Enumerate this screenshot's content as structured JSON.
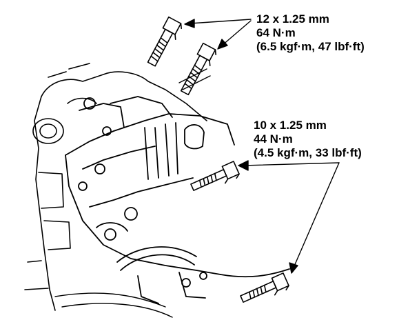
{
  "colors": {
    "ink": "#000000",
    "paper": "#ffffff"
  },
  "callouts": [
    {
      "bolt_size": "12 x 1.25 mm",
      "torque_nm": "64 N·m",
      "torque_alt": "(6.5 kgf·m, 47 lbf·ft)"
    },
    {
      "bolt_size": "10 x 1.25 mm",
      "torque_nm": "44 N·m",
      "torque_alt": "(4.5 kgf·m, 33 lbf·ft)"
    }
  ]
}
